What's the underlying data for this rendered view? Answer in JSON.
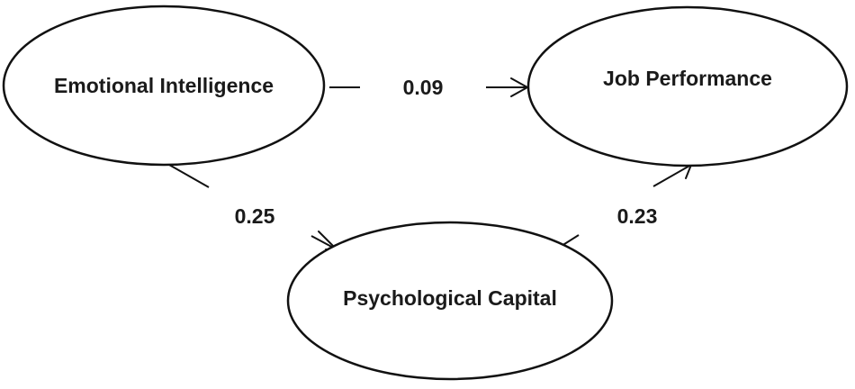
{
  "nodes": {
    "emotional_intelligence": "Emotional Intelligence",
    "job_performance": "Job Performance",
    "psychological_capital": "Psychological Capital"
  },
  "paths": {
    "ei_to_jp": "0.09",
    "ei_to_pc": "0.25",
    "pc_to_jp": "0.23"
  },
  "colors": {
    "stroke": "#111111",
    "text": "#1a1a1a",
    "background": "#ffffff"
  }
}
